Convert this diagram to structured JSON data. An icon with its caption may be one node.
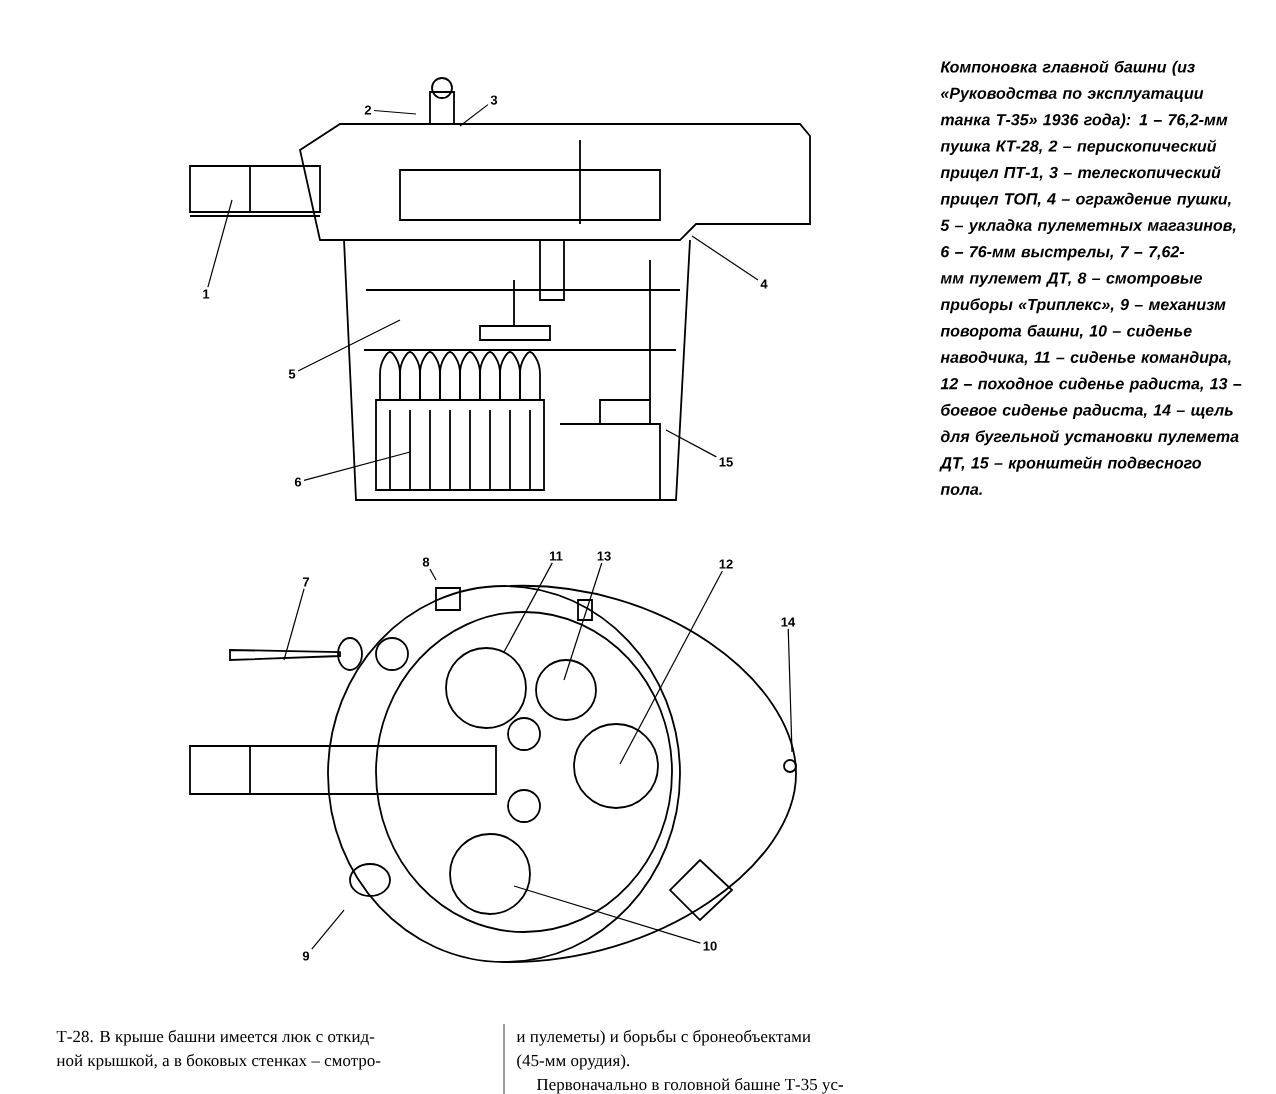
{
  "diagram": {
    "caption": "Компоновка главной башни (из «Руководства по эксплуатации танка Т-35» 1936 года): 1 – 76,2-мм пушка КТ-28, 2 – перископический прицел ПТ-1, 3 – телескопический прицел ТОП, 4 – ограждение пушки, 5 – укладка пулеметных магазинов, 6 – 76-мм выстрелы, 7 – 7,62-мм пулемет ДТ, 8 – смотровые приборы «Триплекс», 9 – механизм поворота башни, 10 – сиденье наводчика, 11 – сиденье командира, 12 – походное сиденье радиста, 13 – боевое сиденье радиста, 14 – щель для бугельной установки пулемета ДТ, 15 – кронштейн подвесного пола.",
    "nodes": [
      {
        "text": [
          "1"
        ]
      },
      {
        "text": [
          "2"
        ]
      },
      {
        "text": [
          "3"
        ]
      },
      {
        "text": [
          "4"
        ]
      },
      {
        "text": [
          "5"
        ]
      },
      {
        "text": [
          "6"
        ]
      },
      {
        "text": [
          "7"
        ]
      },
      {
        "text": [
          "8"
        ]
      },
      {
        "text": [
          "9"
        ]
      },
      {
        "text": [
          "10"
        ]
      },
      {
        "text": [
          "11"
        ]
      },
      {
        "text": [
          "12"
        ]
      },
      {
        "text": [
          "13"
        ]
      },
      {
        "text": [
          "14"
        ]
      },
      {
        "text": [
          "15"
        ]
      }
    ],
    "edges": [
      {
        "from": 0,
        "to": null,
        "arrow": "none"
      },
      {
        "from": 1,
        "to": null,
        "arrow": "none"
      },
      {
        "from": 2,
        "to": null,
        "arrow": "none"
      },
      {
        "from": 3,
        "to": null,
        "arrow": "none"
      },
      {
        "from": 4,
        "to": null,
        "arrow": "none"
      },
      {
        "from": 5,
        "to": null,
        "arrow": "none"
      },
      {
        "from": 6,
        "to": null,
        "arrow": "none"
      },
      {
        "from": 7,
        "to": null,
        "arrow": "none"
      },
      {
        "from": 8,
        "to": null,
        "arrow": "none"
      },
      {
        "from": 9,
        "to": null,
        "arrow": "none"
      },
      {
        "from": 10,
        "to": null,
        "arrow": "none"
      },
      {
        "from": 11,
        "to": null,
        "arrow": "none"
      },
      {
        "from": 12,
        "to": null,
        "arrow": "none"
      },
      {
        "from": 13,
        "to": null,
        "arrow": "none"
      },
      {
        "from": 14,
        "to": null,
        "arrow": "none"
      }
    ],
    "labels": [
      "Т-28. В крыше башни имеется люк с откид-",
      "ной крышкой, а в боковых стенках – смотро-",
      "и пулеметы) и борьбы с бронеобъектами",
      "(45-мм орудия).",
      "Первоначально в головной башне Т-35 ус-"
    ]
  }
}
